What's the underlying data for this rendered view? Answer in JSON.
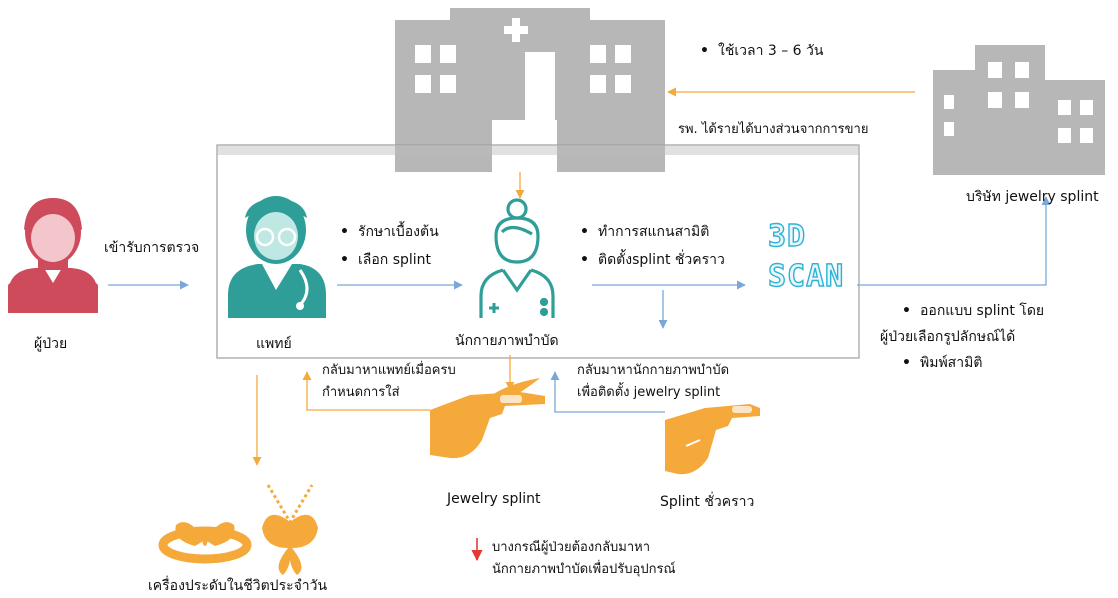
{
  "colors": {
    "patient": "#cd4b5b",
    "doctor": "#2f9e98",
    "therapist": "#2f9e98",
    "orange": "#f6a93b",
    "building": "#b7b7b7",
    "blue_arrow": "#7aa7d8",
    "red_arrow": "#e53935",
    "scan_fill": "#e8f7fb",
    "scan_stroke": "#2fb1d6",
    "box_border": "#9e9e9e"
  },
  "icons": {
    "patient": "patient-icon",
    "doctor": "doctor-icon",
    "therapist": "therapist-icon",
    "hospital": "hospital-building-icon",
    "company": "company-building-icon",
    "jewelry_splint": "hand-jewelry-splint-icon",
    "temporary_splint": "hand-temporary-splint-icon",
    "ring": "butterfly-ring-icon",
    "necklace": "butterfly-necklace-icon",
    "scan": "3d-scan-text-icon"
  },
  "top_note": {
    "bullet": "ใช้เวลา 3 – 6 วัน",
    "hospital_income": "รพ. ได้รายได้บางส่วนจากการขาย"
  },
  "company_label": "บริษัท jewelry splint",
  "patient_label": "ผู้ป่วย",
  "visit_label": "เข้ารับการตรวจ",
  "doctor": {
    "label": "แพทย์",
    "bullets": [
      "รักษาเบื้องต้น",
      "เลือก splint"
    ]
  },
  "therapist": {
    "label": "นักกายภาพบำบัด",
    "bullets": [
      "ทำการสแกนสามิติ",
      "ติดตั้งsplint ชั่วคราว"
    ]
  },
  "scan": {
    "line1": "3D",
    "line2": "SCAN"
  },
  "company_actions": {
    "line1": "ออกแบบ splint โดย",
    "line2": "ผู้ป่วยเลือกรูปลักษณ์ได้",
    "line3": "พิมพ์สามิติ"
  },
  "return_doctor": {
    "line1": "กลับมาหาแพทย์เมื่อครบ",
    "line2": "กำหนดการใส่"
  },
  "return_therapist": {
    "line1": "กลับมาหานักกายภาพบำบัด",
    "line2": "เพื่อติดตั้ง jewelry splint"
  },
  "jewelry_splint_label": "Jewelry splint",
  "temp_splint_label": "Splint ชั่วคราว",
  "daily_jewelry_label": "เครื่องประดับในชีวิตประจำวัน",
  "note": {
    "line1": "บางกรณีผู้ป่วยต้องกลับมาหา",
    "line2": "นักกายภาพบำบัดเพื่อปรับอุปกรณ์"
  }
}
